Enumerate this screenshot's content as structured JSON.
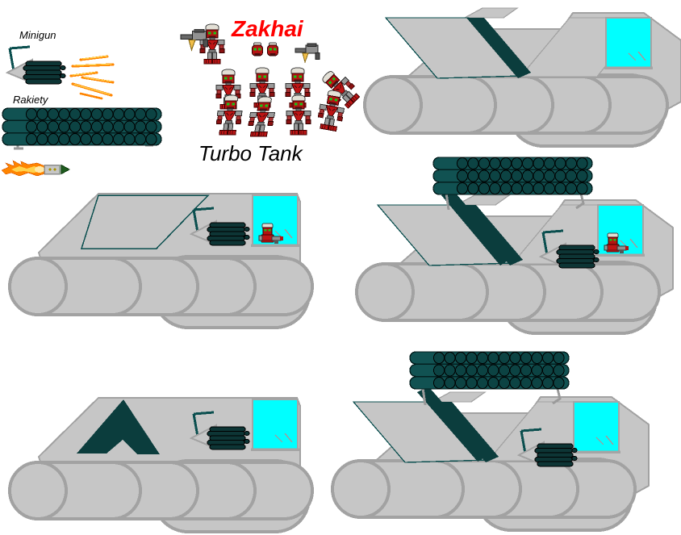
{
  "labels": {
    "minigun": "Minigun",
    "rockets": "Rakiety",
    "title": "Zakhai",
    "subtitle": "Turbo Tank"
  },
  "colors": {
    "background": "#ffffff",
    "title_red": "#ff0000",
    "text_black": "#000000",
    "hull_gray": "#c6c6c6",
    "hull_outline": "#a2a2a2",
    "teal": "#0b4f4f",
    "teal_dark": "#0b3d3d",
    "barrel_black": "#0d3535",
    "pod_tube": "#115252",
    "pod_circle": "#0c4343",
    "window_cyan": "#00ffff",
    "robot_red": "#b51313",
    "robot_dark_red": "#4a0d0d",
    "robot_gray": "#9a9a9a",
    "robot_head": "#e3e0d6",
    "eye_green": "#17c617",
    "gun_gray": "#919191",
    "magazine_yellow": "#f2bf49",
    "flame_orange": "#ff8400",
    "flame_yellow": "#ffd24d",
    "rocket_tip_green": "#1e5c1e"
  },
  "sprite_counts": {
    "robots": 9,
    "robot_heads": 2,
    "handguns": 2,
    "miniguns": 5,
    "rocket_pods": 3,
    "flying_rockets": 1,
    "tanks": 5,
    "pilots_in_cockpits": 2
  }
}
